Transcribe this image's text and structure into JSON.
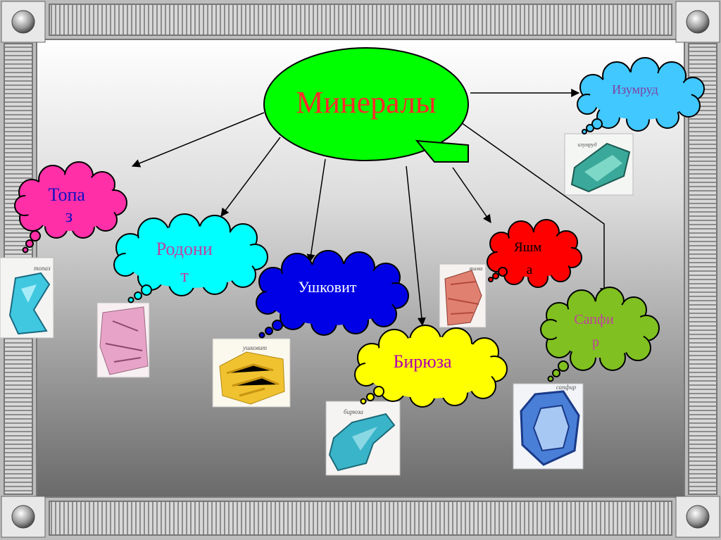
{
  "center": {
    "label": "Минералы",
    "color": "#ff2a2a"
  },
  "minerals": [
    {
      "key": "topaz",
      "label_lines": [
        "Топа",
        "з"
      ],
      "fill": "#ff2fa8",
      "text_color": "#1010c0",
      "caption": "топаз"
    },
    {
      "key": "rhodonite",
      "label_lines": [
        "Родони",
        "т"
      ],
      "fill": "#00ffff",
      "text_color": "#c040a0",
      "caption": ""
    },
    {
      "key": "ushkovite",
      "label_lines": [
        "Ушковит"
      ],
      "fill": "#0000e6",
      "text_color": "#ffffff",
      "caption": "ушковит"
    },
    {
      "key": "turquoise",
      "label_lines": [
        "Бирюза"
      ],
      "fill": "#ffff00",
      "text_color": "#b000b0",
      "caption": "бирюза"
    },
    {
      "key": "jasper",
      "label_lines": [
        "Яшм",
        "а"
      ],
      "fill": "#ff0000",
      "text_color": "#000000",
      "caption": "яшма"
    },
    {
      "key": "sapphire",
      "label_lines": [
        "Сапфи",
        "р"
      ],
      "fill": "#80c020",
      "text_color": "#c040a0",
      "caption": "сапфир"
    },
    {
      "key": "emerald",
      "label_lines": [
        "Изумруд"
      ],
      "fill": "#40c8ff",
      "text_color": "#8040a0",
      "caption": "изумруд"
    }
  ],
  "colors": {
    "center_fill": "#00ff00",
    "frame_stripe": "#a0a0a0",
    "bg_top": "#ffffff",
    "bg_bottom": "#6a6a6a"
  }
}
